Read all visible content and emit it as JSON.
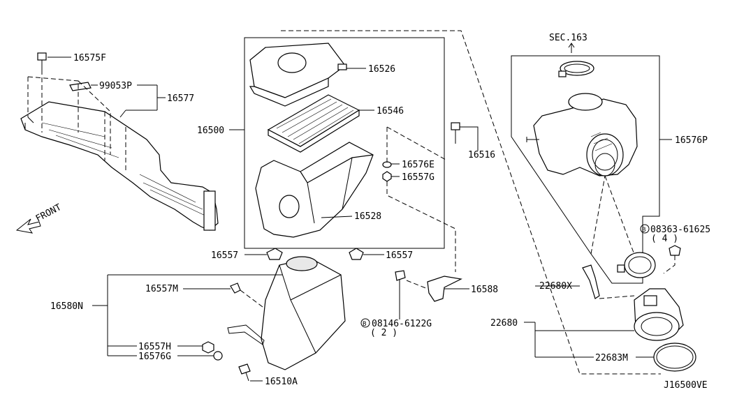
{
  "labels": {
    "p16575F": "16575F",
    "p99053P": "99053P",
    "p16577": "16577",
    "p16500": "16500",
    "p16526": "16526",
    "p16546": "16546",
    "p16576E": "16576E",
    "p16557G": "16557G",
    "p16528": "16528",
    "p16557_left": "16557",
    "p16557_right": "16557",
    "p16516": "16516",
    "p16580N": "16580N",
    "p16557M": "16557M",
    "p16557H": "16557H",
    "p16576G": "16576G",
    "p16510A": "16510A",
    "p16588": "16588",
    "p08146": "08146-6122G",
    "p08146_qty": "( 2 )",
    "p08146_badge": "B",
    "sec163": "SEC.163",
    "p16576P": "16576P",
    "p08363": "08363-61625",
    "p08363_qty": "( 4 )",
    "p08363_badge": "B",
    "p22680X": "22680X",
    "p22680": "22680",
    "p22683M": "22683M",
    "front": "FRONT",
    "diagram_id": "J16500VE"
  }
}
